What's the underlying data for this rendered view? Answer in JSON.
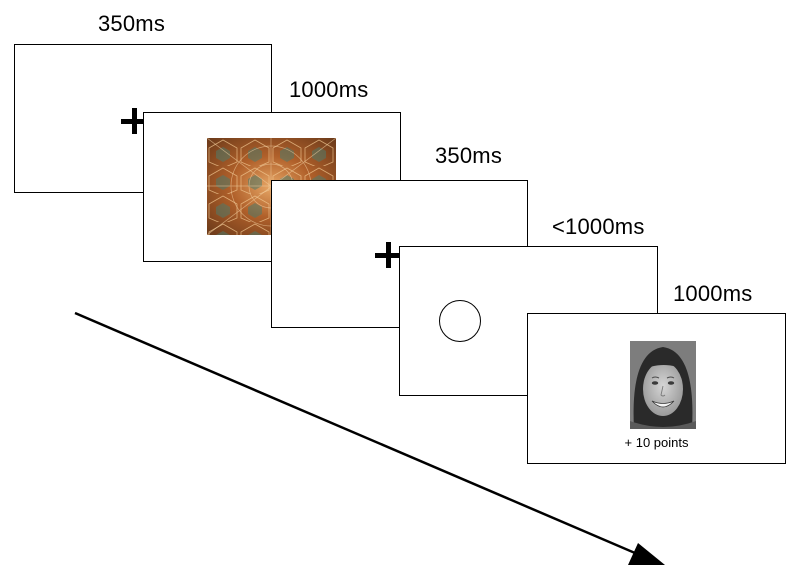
{
  "trial_sequence": {
    "frames": [
      {
        "id": "fixation-1",
        "duration": "350ms",
        "content": "fixation cross"
      },
      {
        "id": "picture",
        "duration": "1000ms",
        "content": "abstract kaleidoscope image"
      },
      {
        "id": "fixation-2",
        "duration": "350ms",
        "content": "fixation cross"
      },
      {
        "id": "response-cue",
        "duration": "<1000ms",
        "content": "circle"
      },
      {
        "id": "feedback",
        "duration": "1000ms",
        "content": "smiling face photo",
        "text": "+ 10 points"
      }
    ]
  },
  "colors": {
    "frame_border": "#000000",
    "kaleidoscope_base": "#b0602a",
    "kaleidoscope_accent": "#4f7a6a",
    "face_bg": "#7d7d7d"
  }
}
